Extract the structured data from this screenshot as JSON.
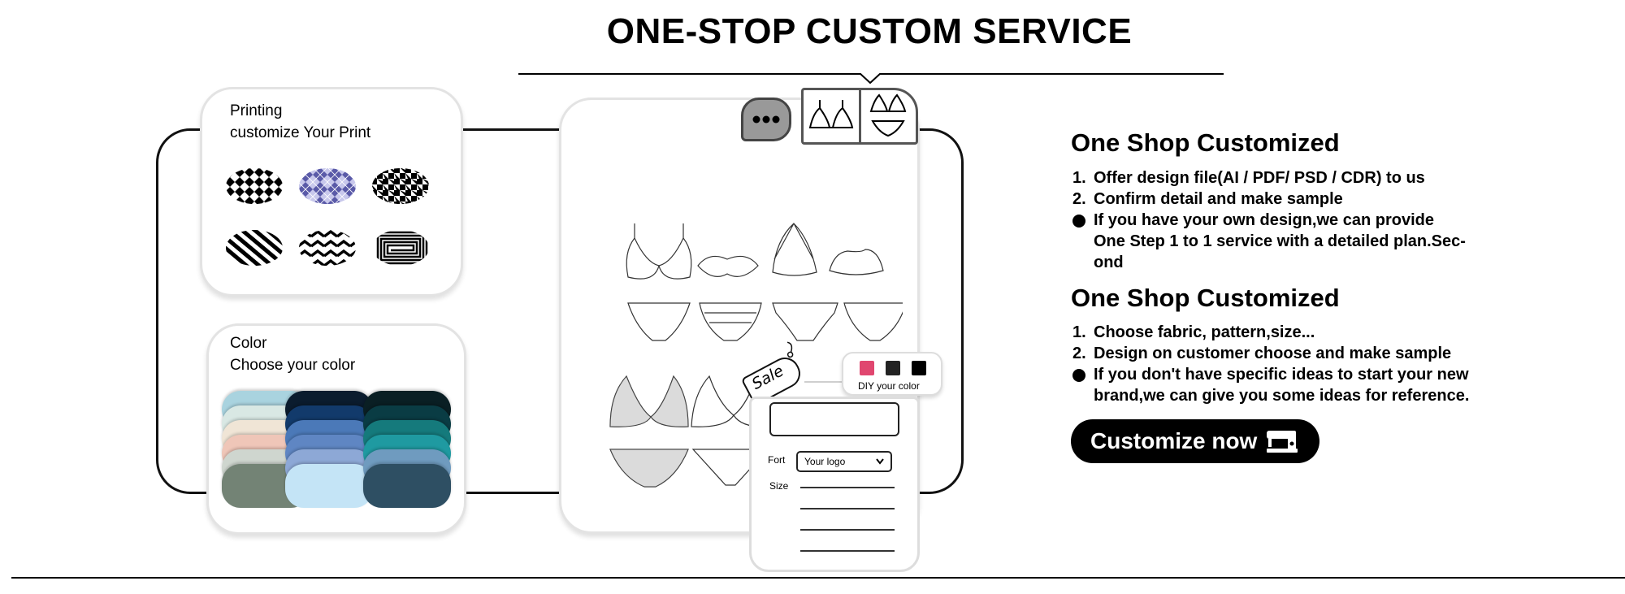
{
  "header": {
    "title": "ONE-STOP CUSTOM SERVICE"
  },
  "printing_card": {
    "title": "Printing",
    "subtitle": "customize Your Print",
    "patterns": [
      {
        "icon": "diamond-check-pattern-icon"
      },
      {
        "icon": "argyle-purple-pattern-icon"
      },
      {
        "icon": "houndstooth-pattern-icon"
      },
      {
        "icon": "diagonal-stripe-pattern-icon"
      },
      {
        "icon": "zigzag-pattern-icon"
      },
      {
        "icon": "maze-pattern-icon"
      }
    ]
  },
  "color_card": {
    "title": "Color",
    "subtitle": "Choose your color",
    "columns": [
      [
        "#a9d3df",
        "#d9e8e4",
        "#f0e5d6",
        "#efc6b8",
        "#cfd6cf",
        "#738375"
      ],
      [
        "#0b1c2e",
        "#123a6b",
        "#4b79b8",
        "#5f86c3",
        "#8da8d6",
        "#c4e4f6"
      ],
      [
        "#0a1f24",
        "#0a3c44",
        "#157a7c",
        "#1f9aa1",
        "#6f9bbf",
        "#2e4f63"
      ]
    ]
  },
  "product_panel": {
    "tabs": [
      {
        "icon": "bra-outline-icon"
      },
      {
        "icon": "bikini-set-icon"
      }
    ],
    "chat_icon": "more-dots-icon",
    "sale_tag": "Sale",
    "diy": {
      "label": "DIY your color",
      "swatches": [
        "#e0466f",
        "#222222",
        "#000000"
      ]
    },
    "form": {
      "font_label": "Fort",
      "logo_select": "Your logo",
      "size_label": "Size"
    }
  },
  "section1": {
    "heading": "One Shop Customized",
    "items": [
      {
        "mark": "1.",
        "text": "Offer design file(AI / PDF/ PSD / CDR) to us"
      },
      {
        "mark": "2.",
        "text": "Confirm detail and make sample"
      },
      {
        "mark": "dot",
        "lines": [
          "If you have your own design,we can provide",
          "One Step 1 to 1 service with a detailed plan.Sec-",
          "ond"
        ]
      }
    ]
  },
  "section2": {
    "heading": "One Shop Customized",
    "items": [
      {
        "mark": "1.",
        "text": "Choose fabric, pattern,size..."
      },
      {
        "mark": "2.",
        "text": "Design on customer choose and make sample"
      },
      {
        "mark": "dot",
        "lines": [
          "If you don't have specific ideas to start your new",
          "brand,we can give you some ideas for reference."
        ]
      }
    ]
  },
  "cta": {
    "label": "Customize now",
    "icon": "sewing-machine-icon"
  }
}
